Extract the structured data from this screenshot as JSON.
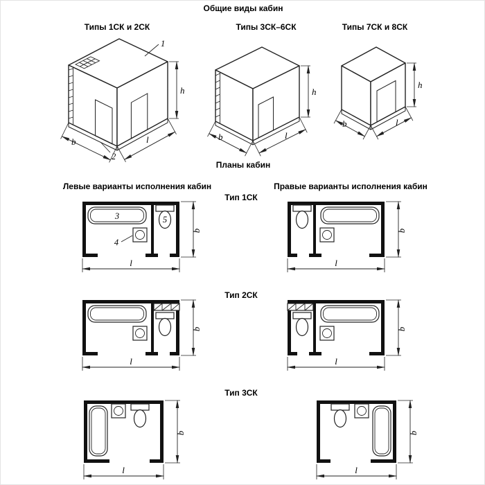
{
  "header": {
    "general_views_title": "Общие виды кабин",
    "plans_title": "Планы кабин"
  },
  "columns": {
    "left_variants": "Левые варианты исполнения кабин",
    "right_variants": "Правые варианты исполнения кабин"
  },
  "iso_views": [
    {
      "title": "Типы 1СК и 2СК",
      "callouts": {
        "roof": "1",
        "base": "2"
      },
      "dims": {
        "b": "b",
        "l": "l",
        "h": "h"
      }
    },
    {
      "title": "Типы 3СК–6СК",
      "dims": {
        "b": "b",
        "l": "l",
        "h": "h"
      }
    },
    {
      "title": "Типы 7СК и 8СК",
      "dims": {
        "b": "b",
        "l": "l",
        "h": "h"
      }
    }
  ],
  "plan_rows": [
    {
      "label": "Тип 1СК",
      "callouts": {
        "bath": "3",
        "sink": "4",
        "toilet": "5"
      },
      "dims": {
        "l": "l",
        "b": "b"
      }
    },
    {
      "label": "Тип 2СК",
      "dims": {
        "l": "l",
        "b": "b"
      }
    },
    {
      "label": "Тип 3СК",
      "dims": {
        "l": "l",
        "b": "b"
      }
    }
  ]
}
